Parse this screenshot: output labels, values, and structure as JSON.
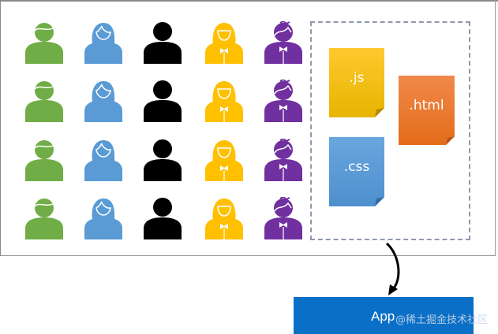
{
  "users": {
    "rows": 4,
    "columns": [
      {
        "type": "man",
        "color": "#70ad47"
      },
      {
        "type": "woman",
        "color": "#5b9bd5"
      },
      {
        "type": "generic-person",
        "color": "#000000"
      },
      {
        "type": "woman-bowtie",
        "color": "#ffc000"
      },
      {
        "type": "boy-bowtie",
        "color": "#7030a0"
      }
    ]
  },
  "files": [
    {
      "label": ".js",
      "color_top": "#ffc92e",
      "color_bottom": "#e6b400",
      "fold": "#b38b00"
    },
    {
      "label": ".html",
      "color_top": "#f0894a",
      "color_bottom": "#e46c1a",
      "fold": "#b8531a"
    },
    {
      "label": ".css",
      "color_top": "#6aa6de",
      "color_bottom": "#4e8fcf",
      "fold": "#2f6aa5"
    }
  ],
  "app": {
    "label": "App",
    "color": "#0a6fc6"
  },
  "watermark": "@稀土掘金技术社区"
}
